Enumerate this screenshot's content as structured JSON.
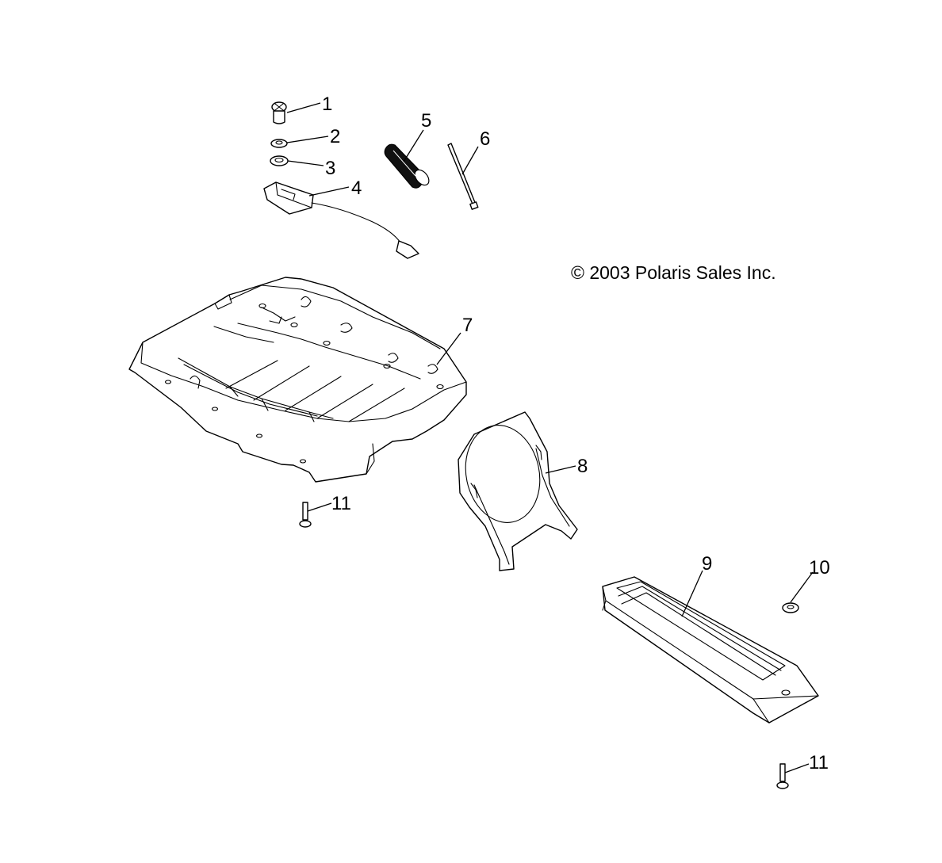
{
  "copyright": "© 2003 Polaris Sales Inc.",
  "callouts": {
    "c1": "1",
    "c2": "2",
    "c3": "3",
    "c4": "4",
    "c5": "5",
    "c6": "6",
    "c7": "7",
    "c8": "8",
    "c9": "9",
    "c10": "10",
    "c11a": "11",
    "c11b": "11"
  }
}
